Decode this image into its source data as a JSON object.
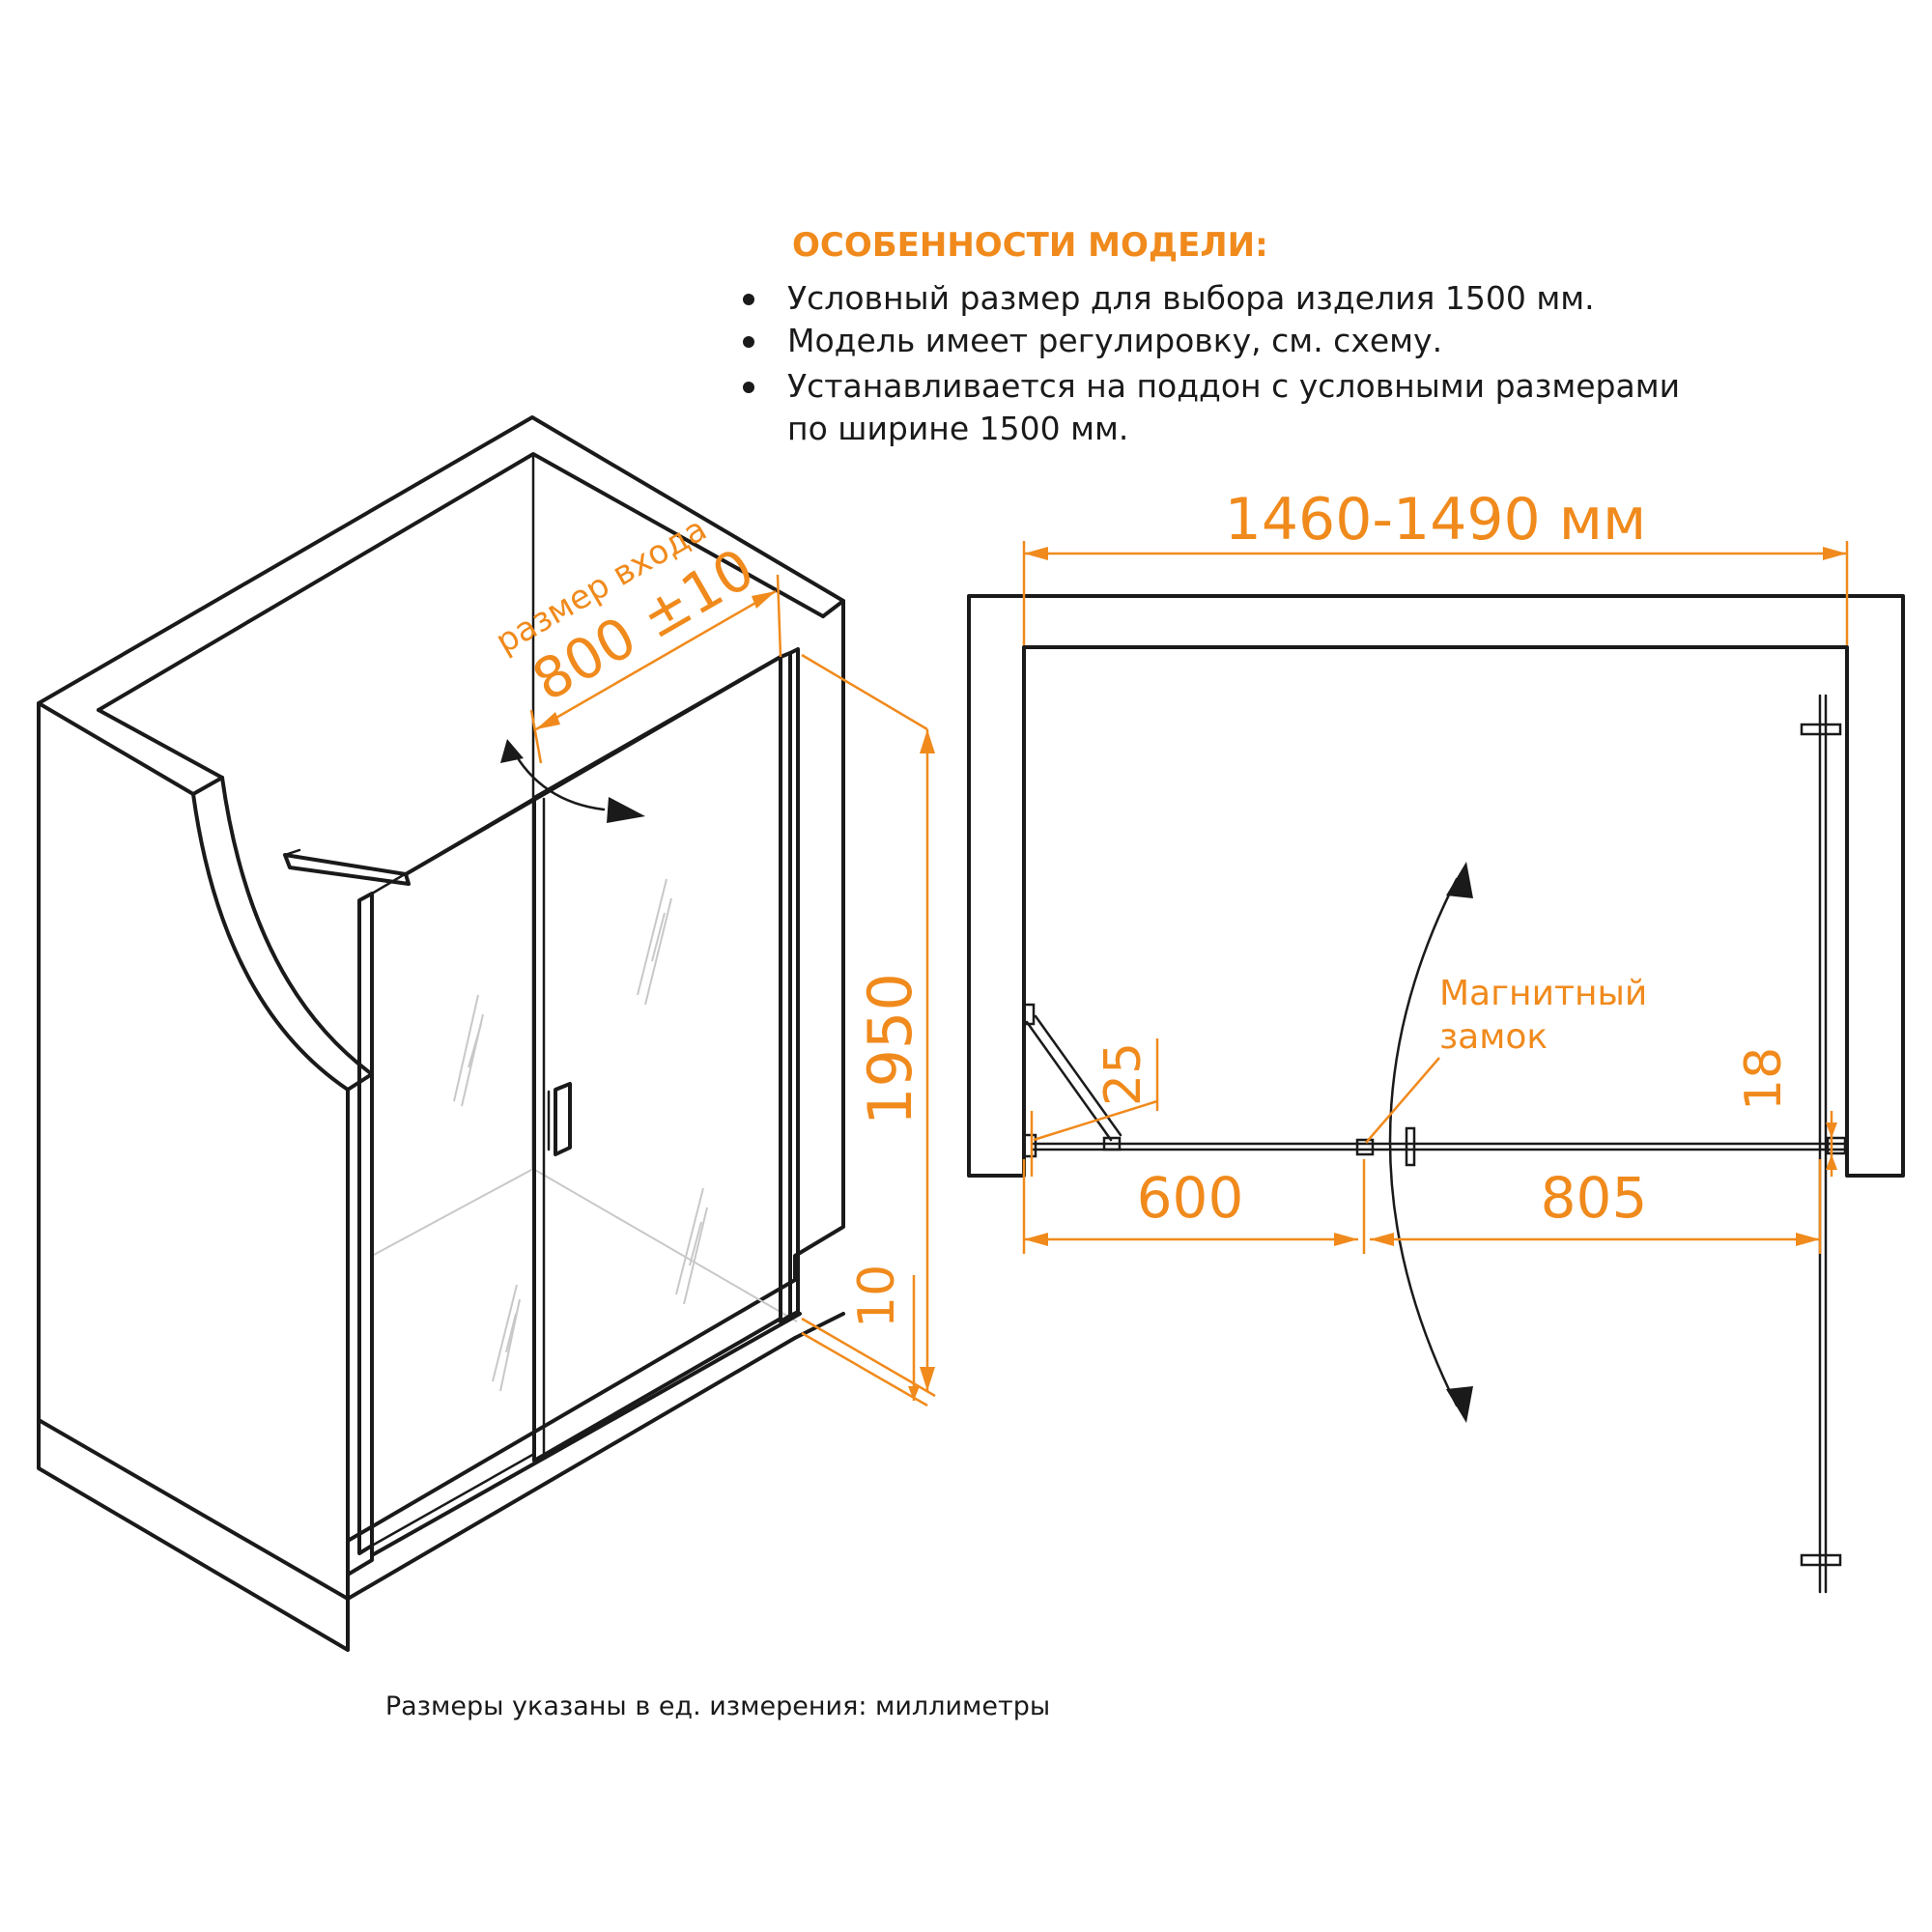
{
  "features": {
    "title": "ОСОБЕННОСТИ МОДЕЛИ:",
    "bullets": [
      "Условный размер для выбора изделия 1500 мм.",
      "Модель имеет регулировку, см. схему.",
      "Устанавливается на поддон с условными размерами",
      "по ширине 1500 мм."
    ]
  },
  "iso_view": {
    "entry_label": "размер входа",
    "entry_value": "800 ±10",
    "height_value": "1950",
    "gap_value": "10"
  },
  "plan_view": {
    "total_width": "1460-1490 мм",
    "fixed_panel_width": "600",
    "door_width": "805",
    "left_offset": "25",
    "right_offset": "18",
    "lock_label_line1": "Магнитный",
    "lock_label_line2": "замок"
  },
  "footer": {
    "units_note": "Размеры указаны в ед. измерения: миллиметры"
  },
  "colors": {
    "accent": "#f08a1c",
    "line": "#1a1a1a"
  }
}
